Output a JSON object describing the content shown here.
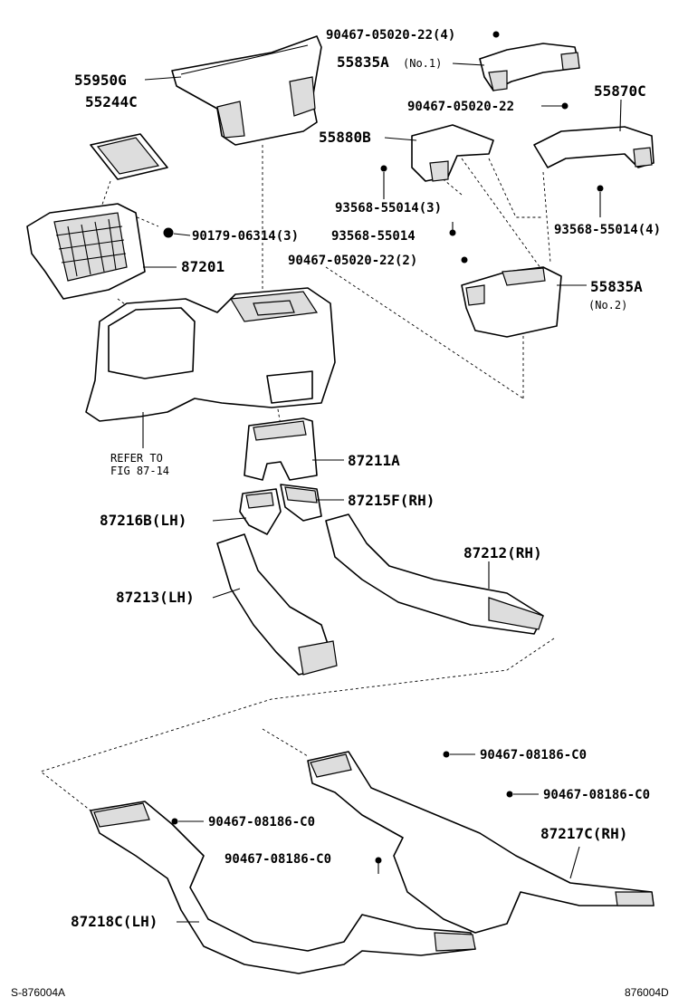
{
  "labels": {
    "p55950g": "55950G",
    "p55244c": "55244C",
    "p90467_top": "90467-05020-22(4)",
    "p55835a_1": "55835A",
    "p55835a_1_note": "(No.1)",
    "p90467_mid": "90467-05020-22",
    "p55870c": "55870C",
    "p55880b": "55880B",
    "p93568_3": "93568-55014(3)",
    "p90179": "90179-06314(3)",
    "p93568_b": "93568-55014",
    "p93568_4": "93568-55014(4)",
    "p87201": "87201",
    "p90467_2": "90467-05020-22(2)",
    "p55835a_2": "55835A",
    "p55835a_2_note": "(No.2)",
    "refer_1": "REFER TO",
    "refer_2": "FIG 87-14",
    "p87211a": "87211A",
    "p87215f": "87215F(RH)",
    "p87216b": "87216B(LH)",
    "p87212": "87212(RH)",
    "p87213": "87213(LH)",
    "p90467_08186_a": "90467-08186-C0",
    "p90467_08186_b": "90467-08186-C0",
    "p90467_08186_c": "90467-08186-C0",
    "p90467_08186_d": "90467-08186-C0",
    "p87217c": "87217C(RH)",
    "p87218c": "87218C(LH)"
  },
  "footer": {
    "left": "S-876004A",
    "right": "876004D"
  }
}
